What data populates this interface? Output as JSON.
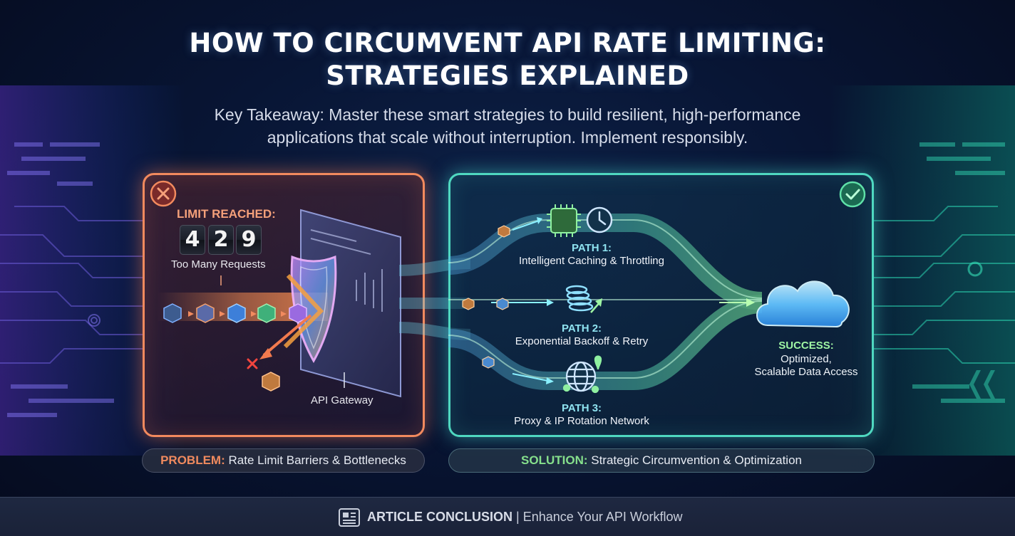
{
  "header": {
    "title_line1": "HOW TO CIRCUMVENT API RATE LIMITING:",
    "title_line2": "STRATEGIES EXPLAINED",
    "subtitle_line1": "Key Takeaway: Master these smart strategies to build resilient, high-performance",
    "subtitle_line2": "applications that scale without interruption. Implement responsibly."
  },
  "problem": {
    "status_icon": "x-icon",
    "limit_label": "LIMIT REACHED:",
    "code_digits": [
      "4",
      "2",
      "9"
    ],
    "error_text": "Too Many Requests",
    "gateway_label": "API Gateway",
    "caption_key": "PROBLEM:",
    "caption_text": "Rate Limit Barriers & Bottlenecks"
  },
  "solution": {
    "status_icon": "check-icon",
    "paths": [
      {
        "title": "PATH 1:",
        "desc": "Intelligent Caching & Throttling",
        "icons": [
          "chip-icon",
          "clock-icon"
        ]
      },
      {
        "title": "PATH 2:",
        "desc": "Exponential Backoff & Retry",
        "icons": [
          "spring-icon"
        ]
      },
      {
        "title": "PATH 3:",
        "desc": "Proxy & IP Rotation Network",
        "icons": [
          "globe-icon"
        ]
      }
    ],
    "success_title": "SUCCESS:",
    "success_line1": "Optimized,",
    "success_line2": "Scalable Data Access",
    "caption_key": "SOLUTION:",
    "caption_text": "Strategic Circumvention & Optimization"
  },
  "footer": {
    "icon": "article-icon",
    "label": "ARTICLE CONCLUSION",
    "separator": "|",
    "text": "Enhance Your API Workflow"
  },
  "colors": {
    "problem_accent": "#f28a5e",
    "solution_accent": "#4fd8c0",
    "success_accent": "#9ff5a4",
    "path_accent": "#8fe3f0"
  }
}
